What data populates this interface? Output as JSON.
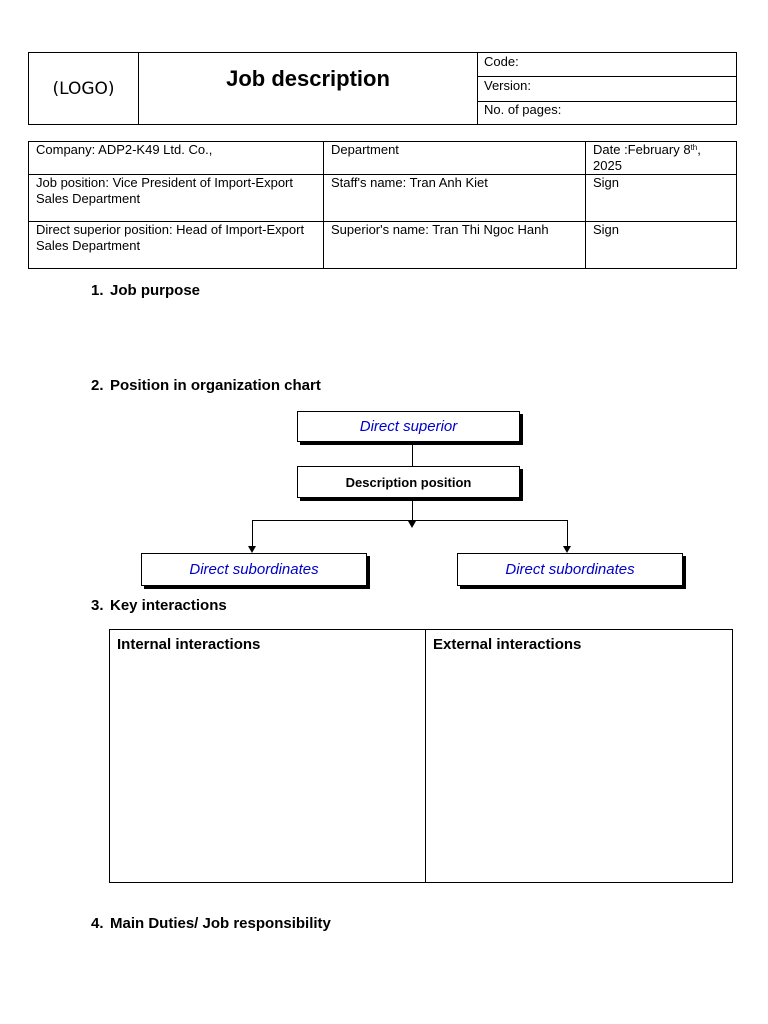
{
  "header": {
    "logo": "(LOGO)",
    "title": "Job description",
    "code_label": "Code:",
    "version_label": "Version:",
    "pages_label": "No. of pages:"
  },
  "info": {
    "company": "Company: ADP2-K49 Ltd. Co.,",
    "department": "Department",
    "date_prefix": "Date :February 8",
    "date_sup": "th",
    "date_suffix": ", 2025",
    "job_position": "Job position: Vice President of Import-Export Sales Department",
    "staff_name": "Staff's name: Tran Anh Kiet",
    "sign1": "Sign",
    "direct_superior_position": "Direct superior position: Head of Import-Export Sales Department",
    "superior_name": "Superior's name: Tran Thi Ngoc Hanh",
    "sign2": "Sign"
  },
  "sections": {
    "s1_num": "1.",
    "s1": "Job purpose",
    "s2_num": "2.",
    "s2": "Position in organization chart",
    "s3_num": "3.",
    "s3": "Key interactions",
    "s4_num": "4.",
    "s4": "Main Duties/ Job responsibility"
  },
  "org_chart": {
    "direct_superior": "Direct superior",
    "description_position": "Description position",
    "subordinate_left": "Direct subordinates",
    "subordinate_right": "Direct subordinates"
  },
  "interactions": {
    "internal": "Internal interactions",
    "external": "External interactions"
  }
}
